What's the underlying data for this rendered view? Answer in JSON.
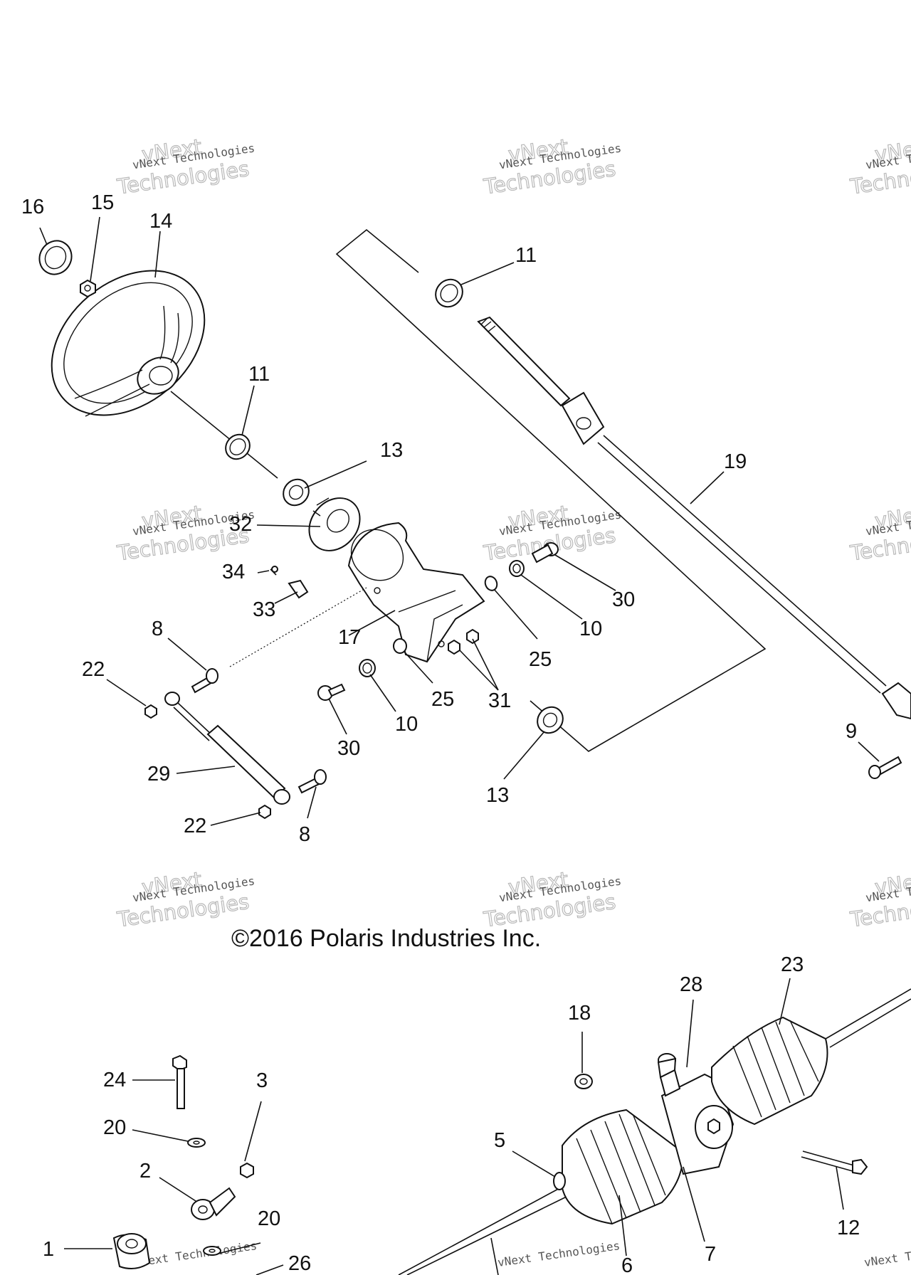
{
  "copyright": "©2016 Polaris Industries Inc.",
  "watermark": {
    "line1": "vNext Technologies",
    "line2": "vNext",
    "line3": "Technologies"
  },
  "callouts": {
    "c16": "16",
    "c15": "15",
    "c14": "14",
    "c11a": "11",
    "c11b": "11",
    "c13a": "13",
    "c13b": "13",
    "c19": "19",
    "c32": "32",
    "c34": "34",
    "c33": "33",
    "c30a": "30",
    "c30b": "30",
    "c10a": "10",
    "c10b": "10",
    "c25a": "25",
    "c25b": "25",
    "c17": "17",
    "c31": "31",
    "c8a": "8",
    "c8b": "8",
    "c22a": "22",
    "c22b": "22",
    "c29": "29",
    "c9": "9",
    "c23": "23",
    "c28": "28",
    "c18": "18",
    "c24": "24",
    "c3": "3",
    "c20a": "20",
    "c20b": "20",
    "c2": "2",
    "c5": "5",
    "c12": "12",
    "c1": "1",
    "c26": "26",
    "c6": "6",
    "c7": "7"
  }
}
